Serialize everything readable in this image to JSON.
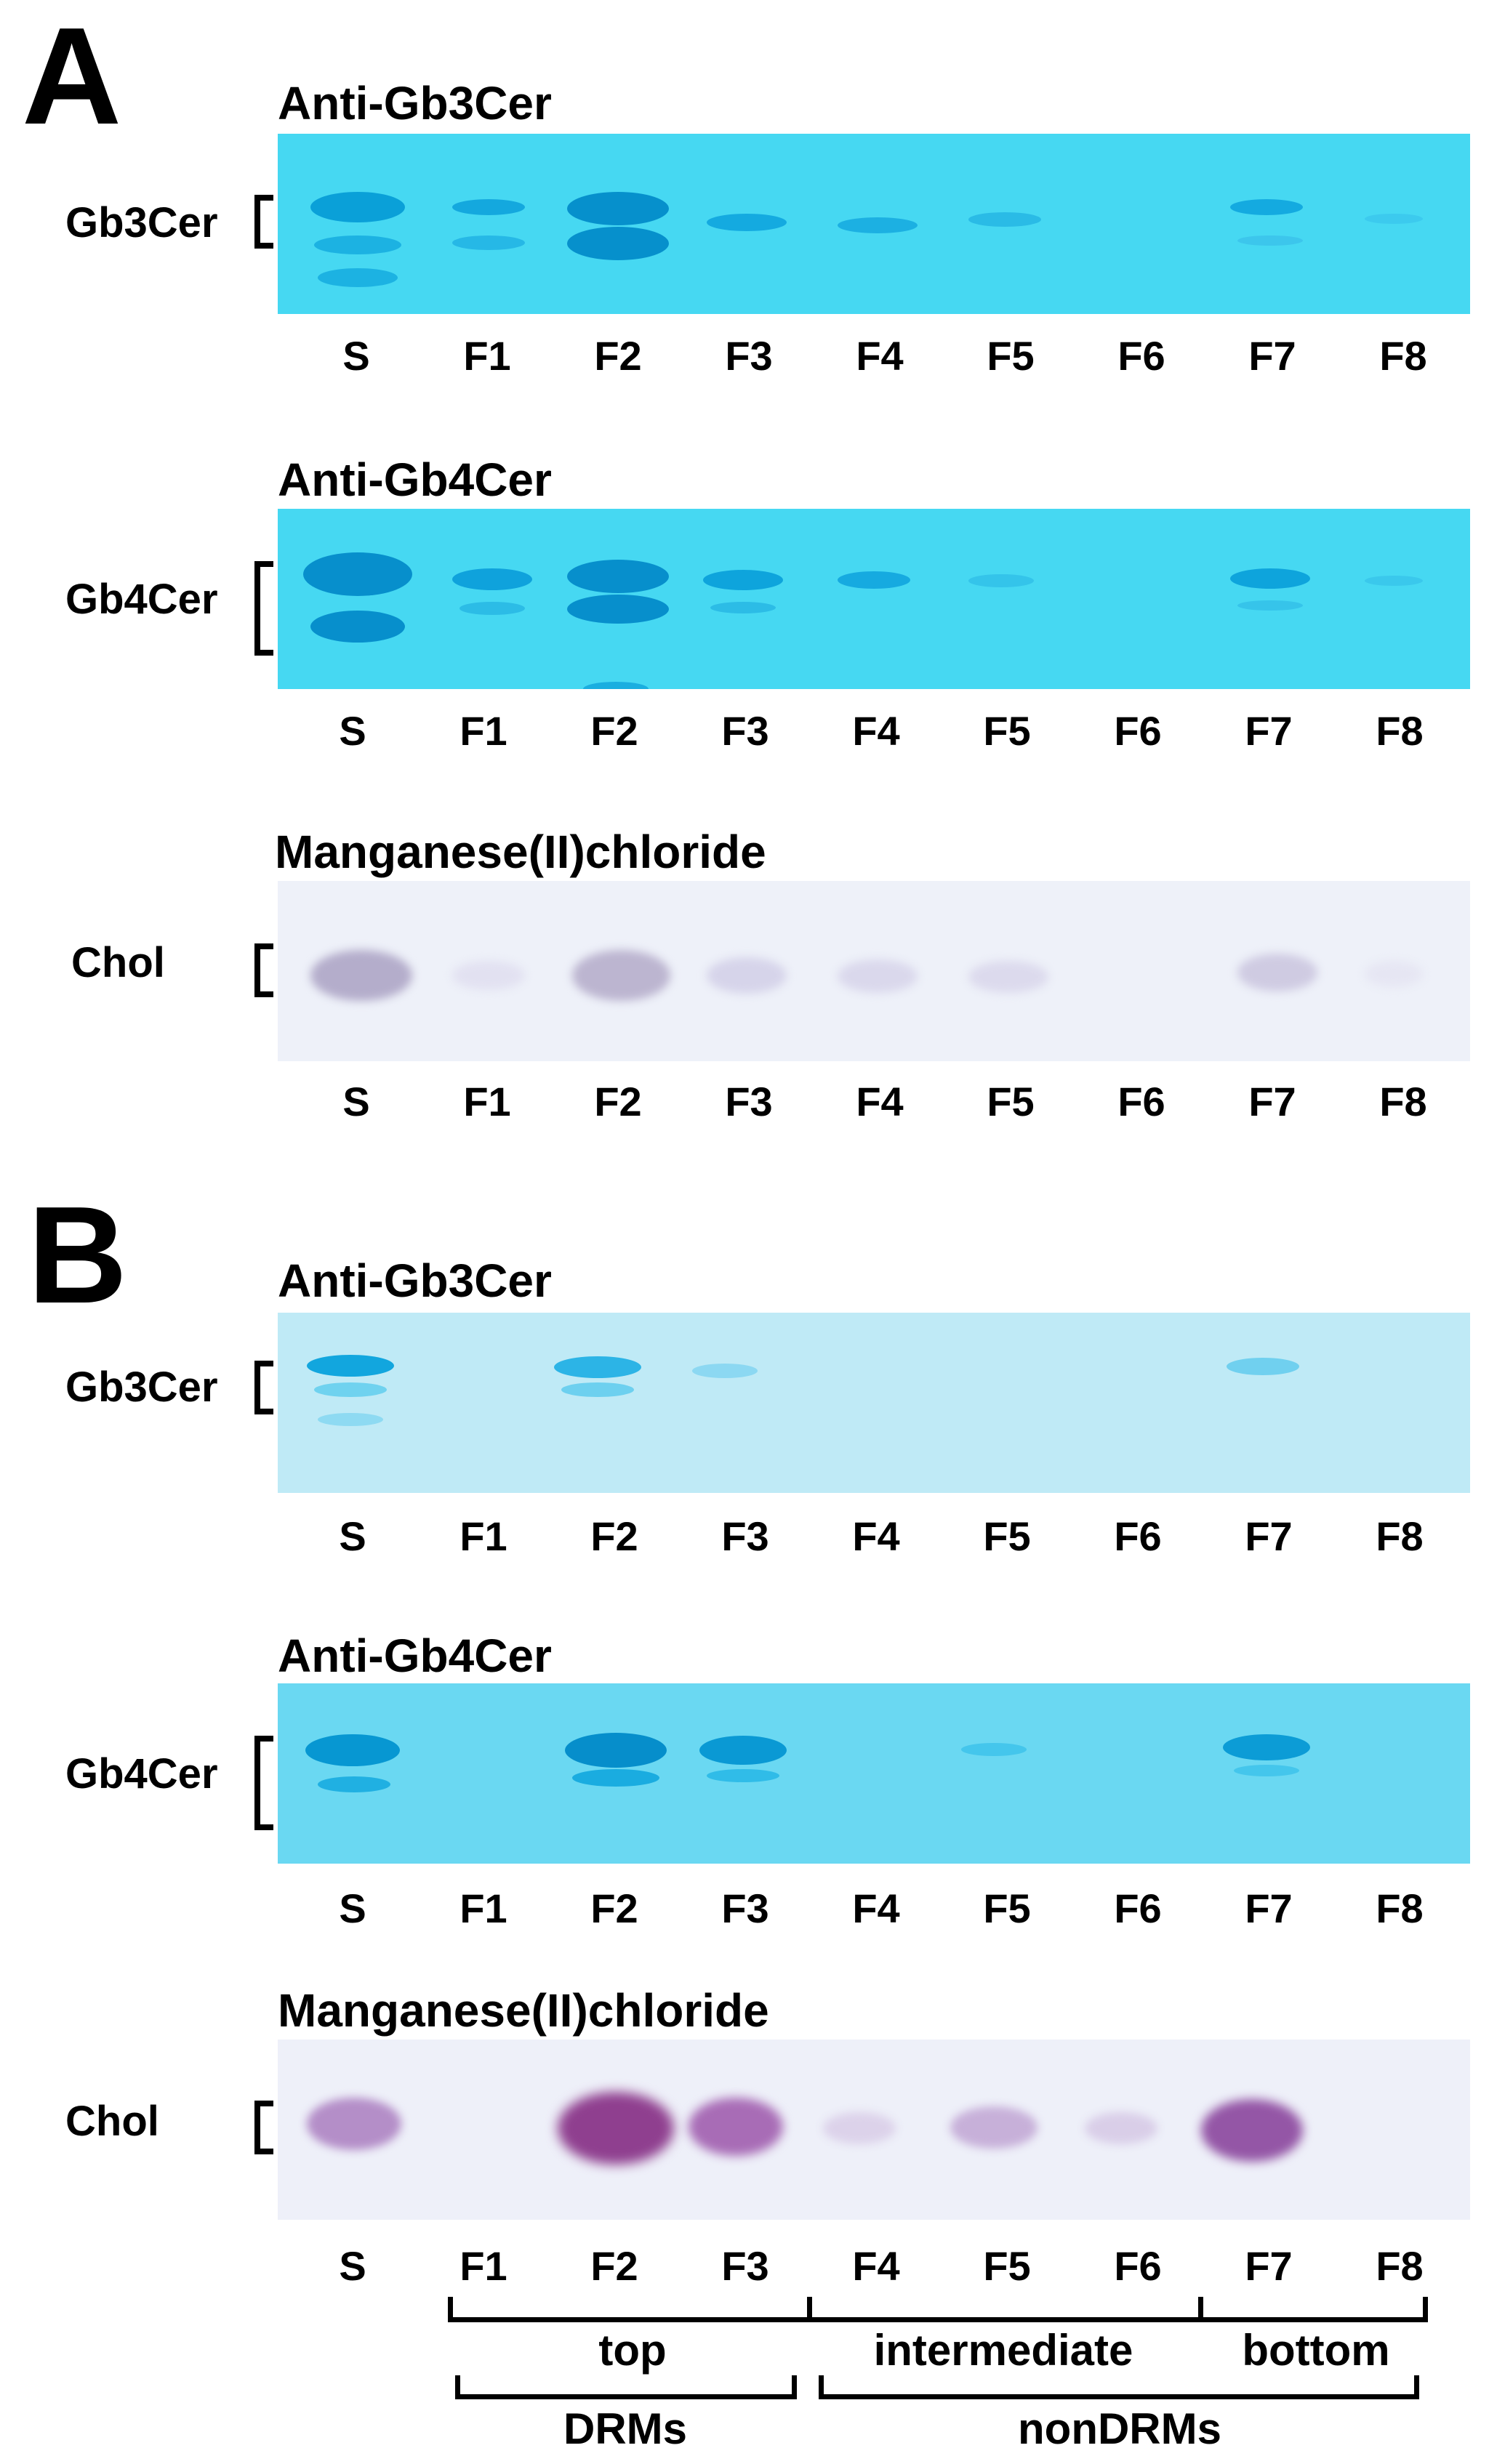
{
  "panels": [
    {
      "letter": "A",
      "blots": [
        {
          "title": "Anti-Gb3Cer",
          "row_label": "Gb3Cer",
          "lanes": [
            "S",
            "F1",
            "F2",
            "F3",
            "F4",
            "F5",
            "F6",
            "F7",
            "F8"
          ]
        },
        {
          "title": "Anti-Gb4Cer",
          "row_label": "Gb4Cer",
          "lanes": [
            "S",
            "F1",
            "F2",
            "F3",
            "F4",
            "F5",
            "F6",
            "F7",
            "F8"
          ]
        },
        {
          "title": "Manganese(II)chloride",
          "row_label": "Chol",
          "lanes": [
            "S",
            "F1",
            "F2",
            "F3",
            "F4",
            "F5",
            "F6",
            "F7",
            "F8"
          ]
        }
      ]
    },
    {
      "letter": "B",
      "blots": [
        {
          "title": "Anti-Gb3Cer",
          "row_label": "Gb3Cer",
          "lanes": [
            "S",
            "F1",
            "F2",
            "F3",
            "F4",
            "F5",
            "F6",
            "F7",
            "F8"
          ]
        },
        {
          "title": "Anti-Gb4Cer",
          "row_label": "Gb4Cer",
          "lanes": [
            "S",
            "F1",
            "F2",
            "F3",
            "F4",
            "F5",
            "F6",
            "F7",
            "F8"
          ]
        },
        {
          "title": "Manganese(II)chloride",
          "row_label": "Chol",
          "lanes": [
            "S",
            "F1",
            "F2",
            "F3",
            "F4",
            "F5",
            "F6",
            "F7",
            "F8"
          ]
        }
      ]
    }
  ],
  "fraction_groups": {
    "position": [
      "top",
      "intermediate",
      "bottom"
    ],
    "membrane": [
      "DRMs",
      "nonDRMs"
    ]
  },
  "colors": {
    "blue_stain": "#46d8f2",
    "blue_band": "#0a9fd6",
    "chol_band_A": "#a9a2c4",
    "chol_band_B": "#9a5aa6"
  }
}
